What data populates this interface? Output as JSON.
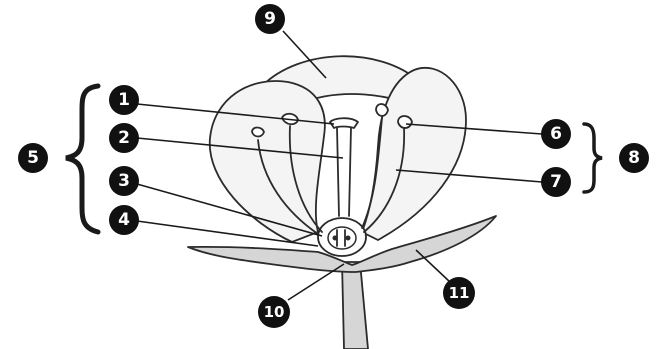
{
  "diagram": {
    "labels": [
      {
        "id": "1",
        "text": "1"
      },
      {
        "id": "2",
        "text": "2"
      },
      {
        "id": "3",
        "text": "3"
      },
      {
        "id": "4",
        "text": "4"
      },
      {
        "id": "5",
        "text": "5"
      },
      {
        "id": "6",
        "text": "6"
      },
      {
        "id": "7",
        "text": "7"
      },
      {
        "id": "8",
        "text": "8"
      },
      {
        "id": "9",
        "text": "9"
      },
      {
        "id": "10",
        "text": "10"
      },
      {
        "id": "11",
        "text": "11"
      }
    ],
    "colors": {
      "ink": "#1a1a1a",
      "shade": "#d6d6d6",
      "petal": "#f4f4f4",
      "background": "#ffffff"
    }
  }
}
